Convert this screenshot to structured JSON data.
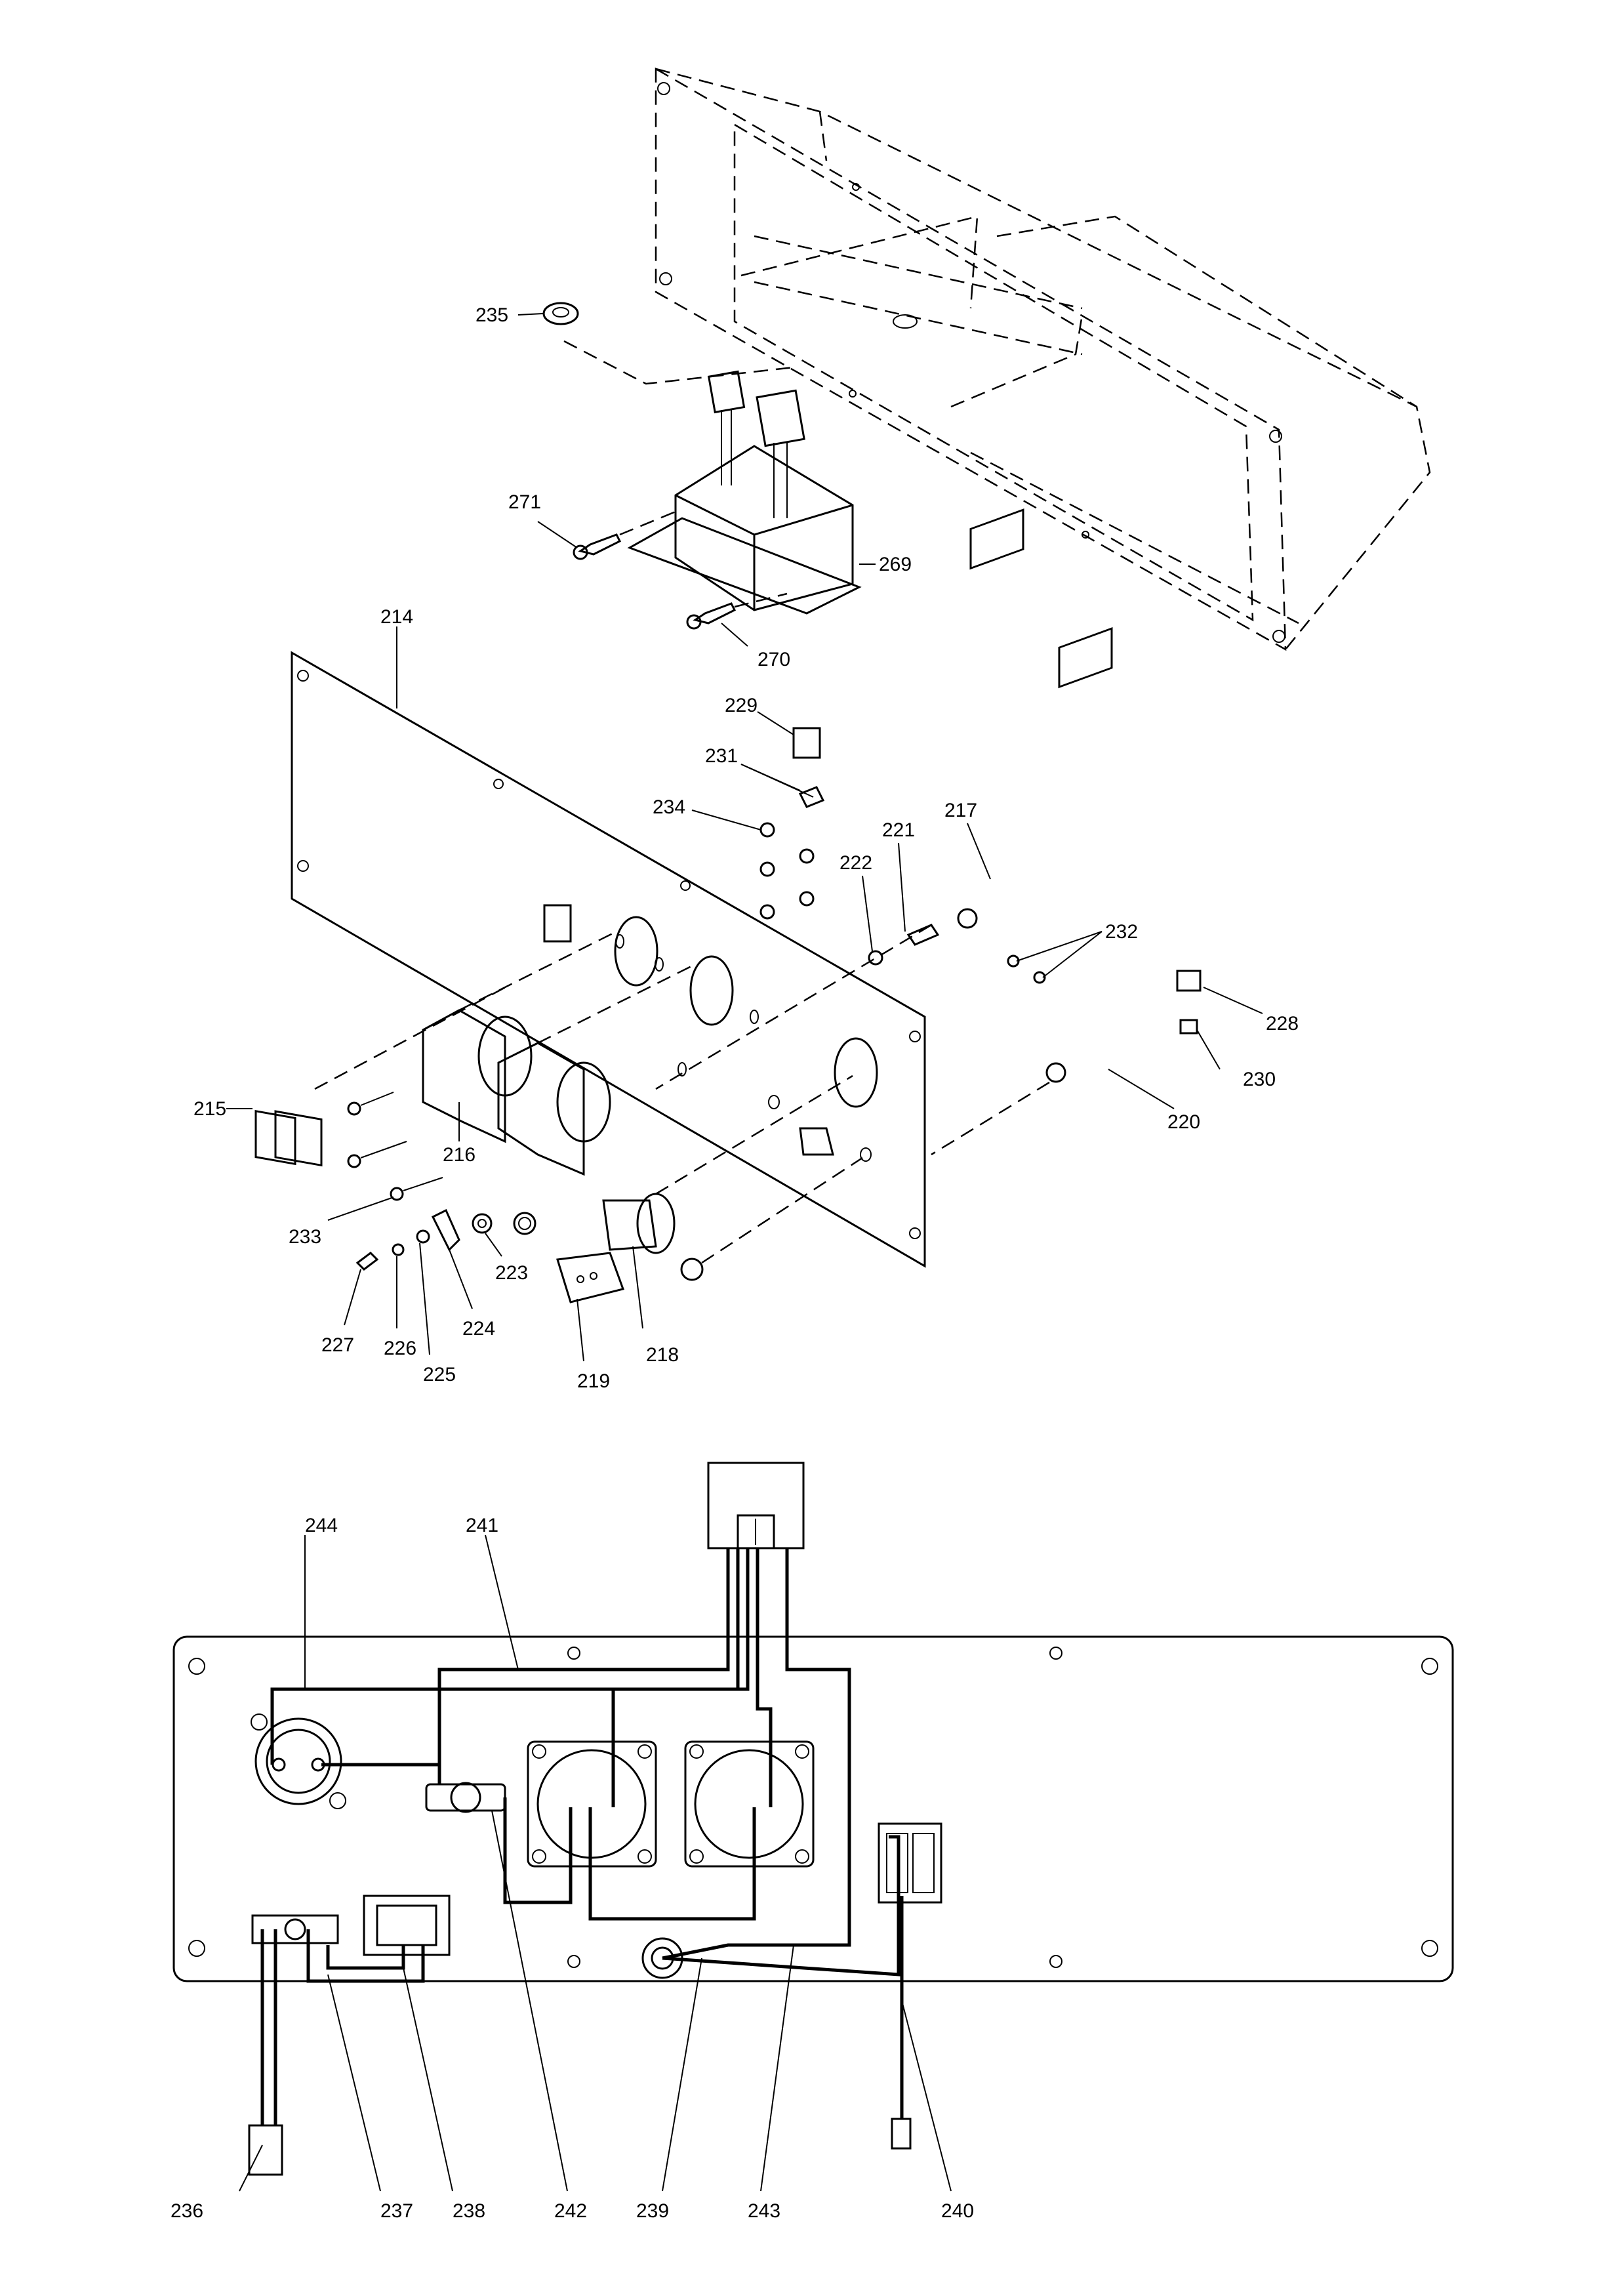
{
  "callouts": {
    "c214": "214",
    "c215": "215",
    "c216": "216",
    "c217": "217",
    "c218": "218",
    "c219": "219",
    "c220": "220",
    "c221": "221",
    "c222": "222",
    "c223": "223",
    "c224": "224",
    "c225": "225",
    "c226": "226",
    "c227": "227",
    "c228": "228",
    "c229": "229",
    "c230": "230",
    "c231": "231",
    "c232": "232",
    "c233": "233",
    "c234": "234",
    "c235": "235",
    "c236": "236",
    "c237": "237",
    "c238": "238",
    "c239": "239",
    "c240": "240",
    "c241": "241",
    "c242": "242",
    "c243": "243",
    "c244": "244",
    "c269": "269",
    "c270": "270",
    "c271": "271"
  }
}
